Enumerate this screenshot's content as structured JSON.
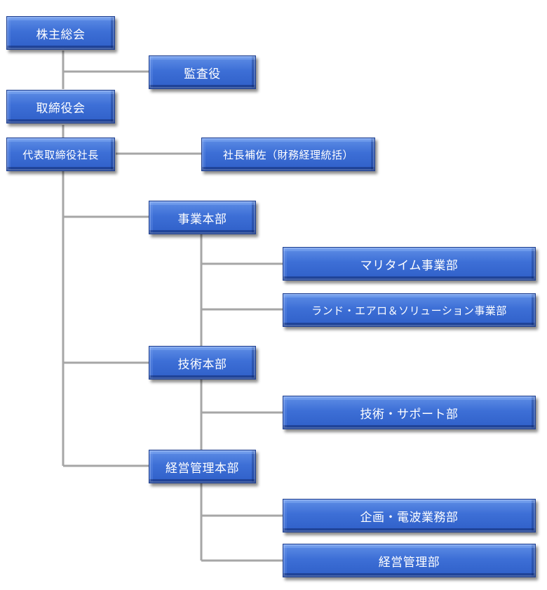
{
  "org": {
    "shareholders": "株主総会",
    "auditor": "監査役",
    "board": "取締役会",
    "president": "代表取締役社長",
    "assistant": "社長補佐（財務経理統括）",
    "business_hq": "事業本部",
    "maritime": "マリタイム事業部",
    "land_aero": "ランド・エアロ＆ソリューション事業部",
    "tech_hq": "技術本部",
    "tech_support": "技術・サポート部",
    "admin_hq": "経営管理本部",
    "planning": "企画・電波業務部",
    "admin": "経営管理部"
  },
  "colors": {
    "box": "#3d6fd6",
    "line": "#a6a6a6"
  }
}
